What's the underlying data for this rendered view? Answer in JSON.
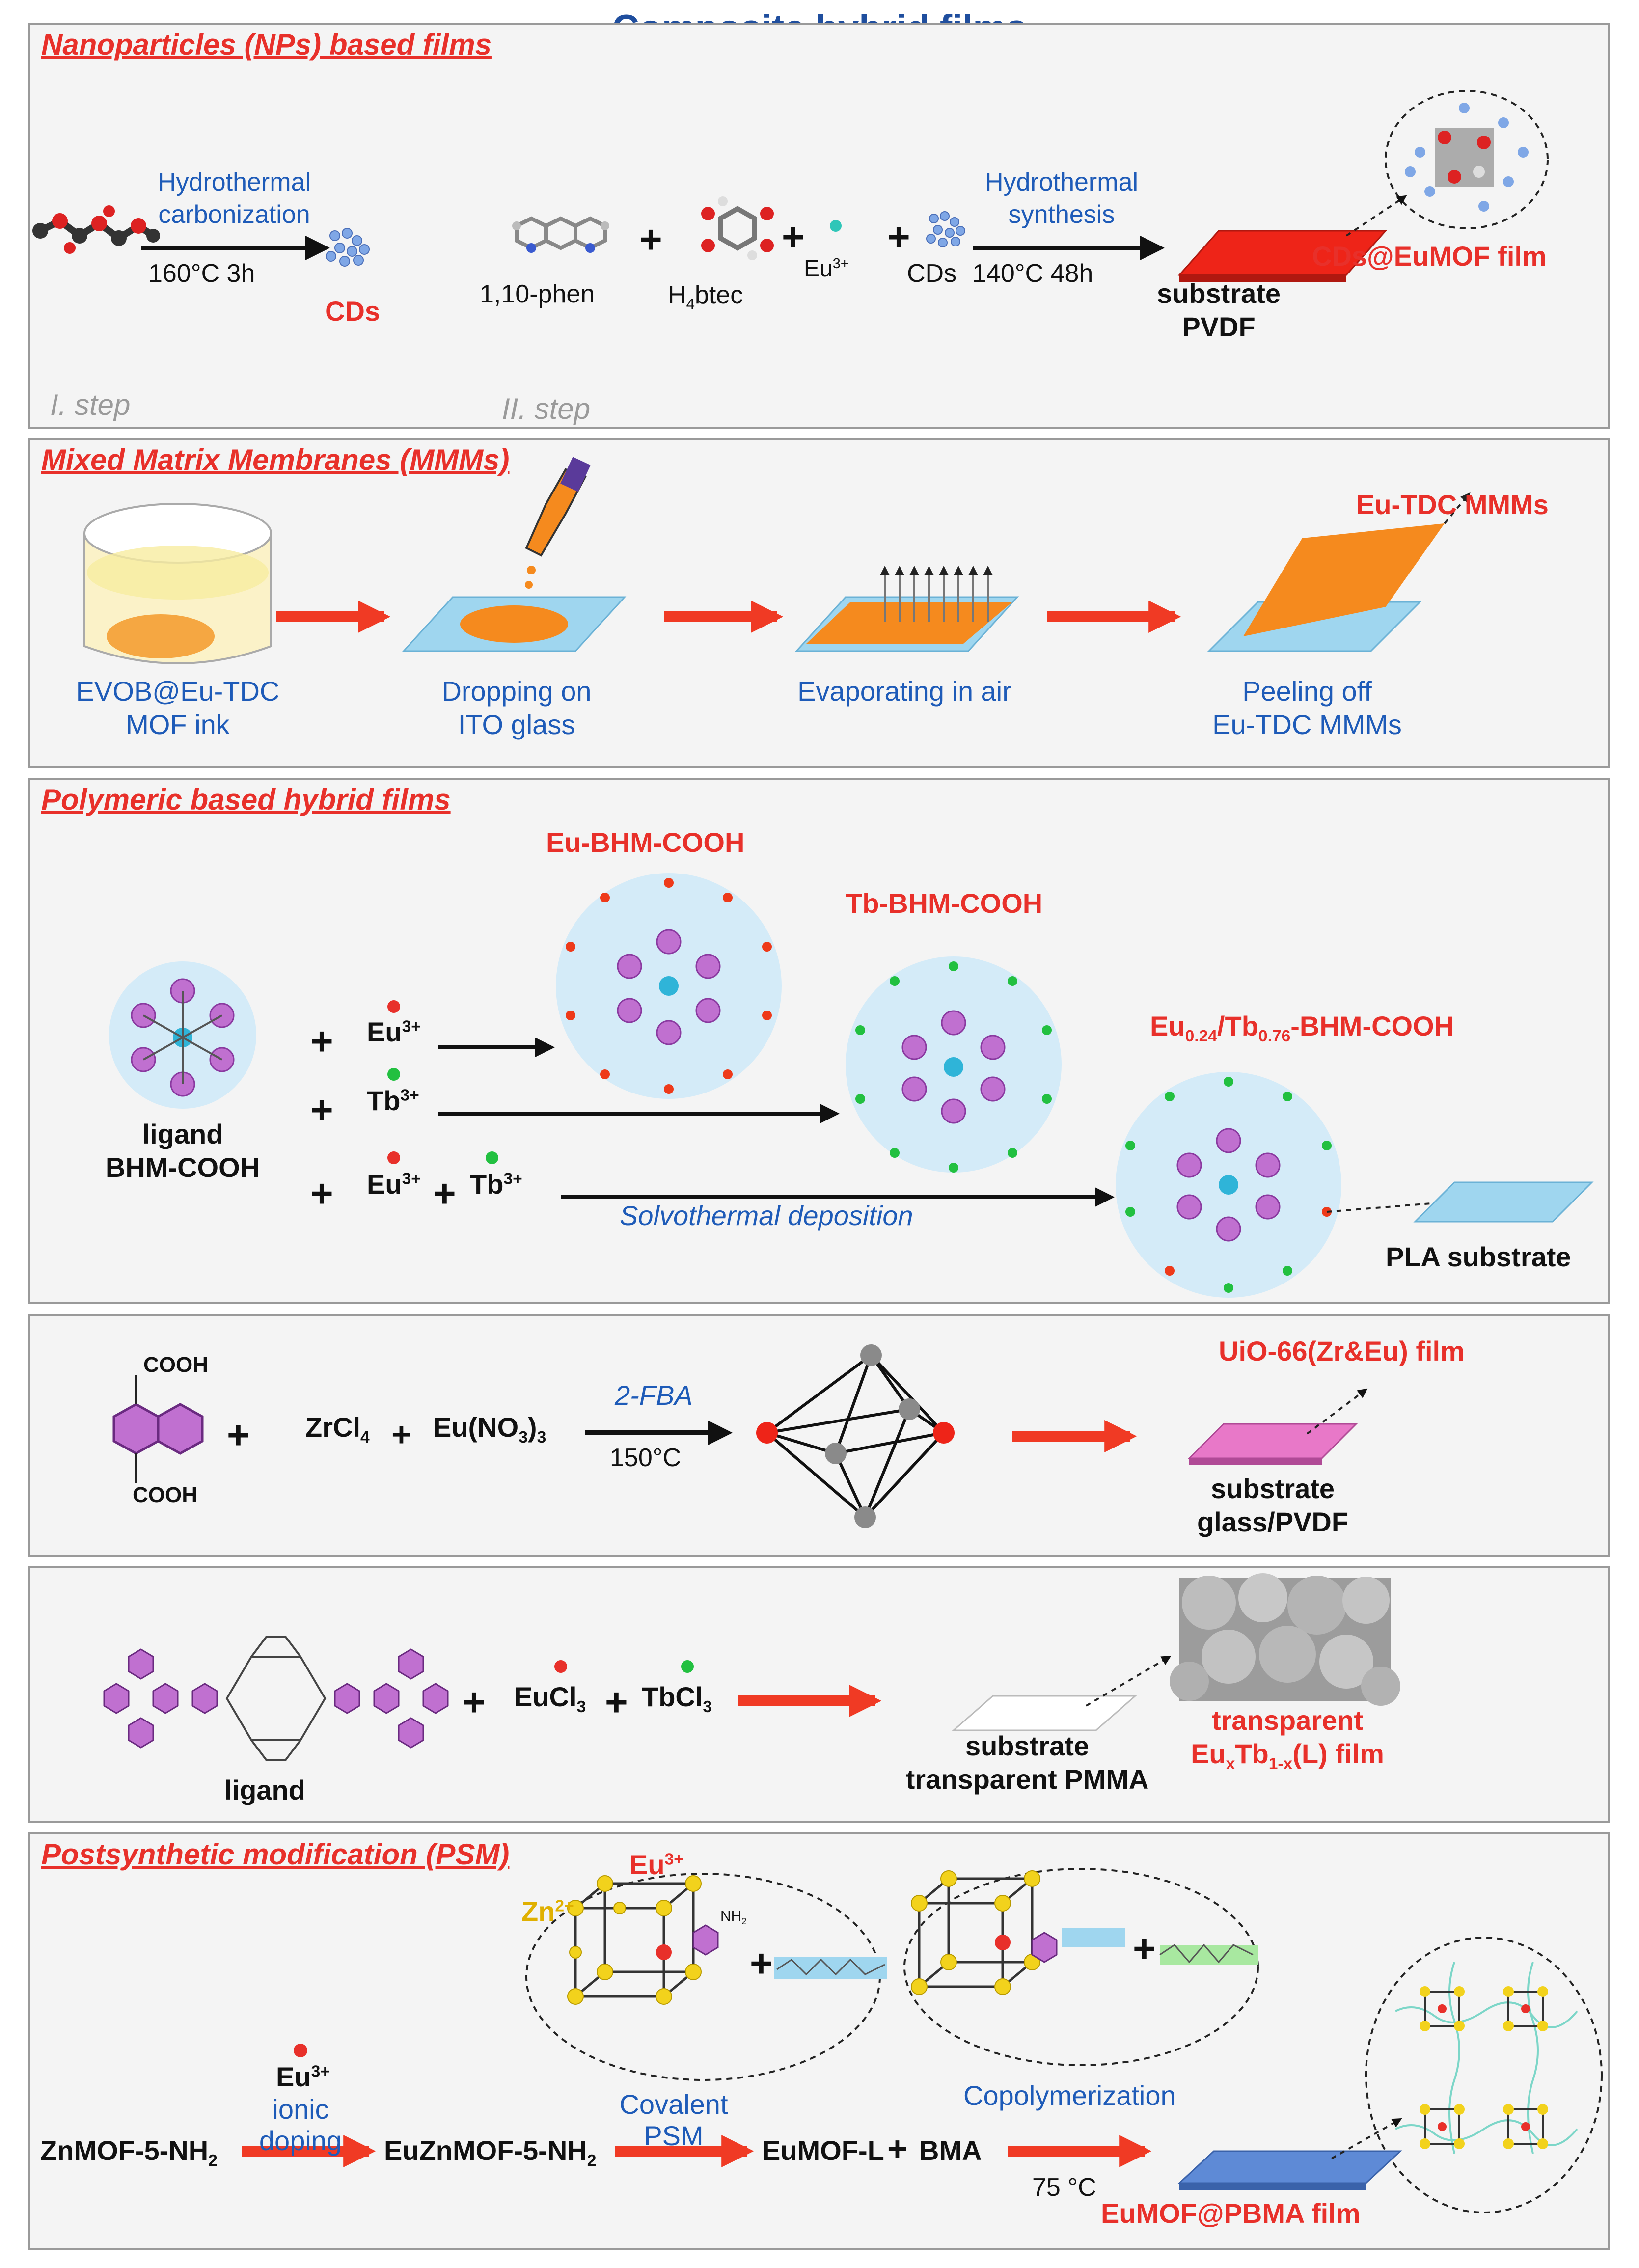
{
  "title": "Composite hybrid films",
  "panel1": {
    "title": "Nanoparticles (NPs) based films",
    "arrow1_top": [
      "Hydrothermal",
      "carbonization"
    ],
    "arrow1_bottom": "160°C  3h",
    "cds": "CDs",
    "phen": "1,10-phen",
    "h4btec": "H4btec",
    "eu": "Eu3+",
    "cds2": "CDs",
    "arrow2_top": [
      "Hydrothermal",
      "synthesis"
    ],
    "arrow2_bottom": "140°C  48h",
    "substrate": [
      "substrate",
      "PVDF"
    ],
    "film": "CDs@EuMOF film",
    "step1": "I. step",
    "step2": "II. step"
  },
  "panel2": {
    "title": "Mixed Matrix Membranes (MMMs)",
    "step1": [
      "EVOB@Eu-TDC",
      "MOF ink"
    ],
    "step2": [
      "Dropping on",
      "ITO glass"
    ],
    "step3": "Evaporating in air",
    "step4": [
      "Peeling off",
      "Eu-TDC MMMs"
    ],
    "product": "Eu-TDC MMMs"
  },
  "panel3": {
    "title": "Polymeric based hybrid films",
    "ligand": [
      "ligand",
      "BHM-COOH"
    ],
    "eu_label": "Eu-BHM-COOH",
    "tb_label": "Tb-BHM-COOH",
    "mix_label": "Eu0.24/Tb0.76-BHM-COOH",
    "process": "Solvothermal deposition",
    "substrate": "PLA substrate",
    "ions": [
      "Eu3+",
      "Tb3+"
    ],
    "plus": "+"
  },
  "panel4": {
    "cooh": "COOH",
    "zrcl4": "ZrCl4",
    "eu_nitrate": "Eu(NO3)3",
    "reagent": "2-FBA",
    "temp": "150°C",
    "film": "UiO-66(Zr&Eu) film",
    "substrate": [
      "substrate",
      "glass/PVDF"
    ]
  },
  "panel5": {
    "ligand": "ligand",
    "eucl3": "EuCl3",
    "tbcl3": "TbCl3",
    "substrate": [
      "substrate",
      "transparent PMMA"
    ],
    "film": [
      "transparent",
      "EuxTb1-x(L) film"
    ]
  },
  "panel6": {
    "title": "Postsynthetic modification (PSM)",
    "start": "ZnMOF-5-NH2",
    "eu": "Eu3+",
    "doping": [
      "ionic",
      "doping"
    ],
    "mid": "EuZnMOF-5-NH2",
    "covalent": [
      "Covalent",
      "PSM"
    ],
    "eumofl": "EuMOF-L",
    "bma": "BMA",
    "temp": "75 °C",
    "film": "EuMOF@PBMA film",
    "copoly": "Copolymerization",
    "zn": "Zn2+",
    "eu_in": "Eu3+",
    "nh2": "NH2"
  },
  "colors": {
    "red_arrow": "#f03a24",
    "title_blue": "#1f4e9e",
    "label_blue": "#1e5bb8",
    "label_red": "#e8302a",
    "eu_dot": "#e8302a",
    "tb_dot": "#22c040",
    "purple": "#c070d0",
    "yellow": "#f2d21c",
    "orange": "#f58a1e",
    "light_blue": "#9fd6ef",
    "pink": "#e878c8",
    "steel_blue": "#5e8ad6"
  }
}
